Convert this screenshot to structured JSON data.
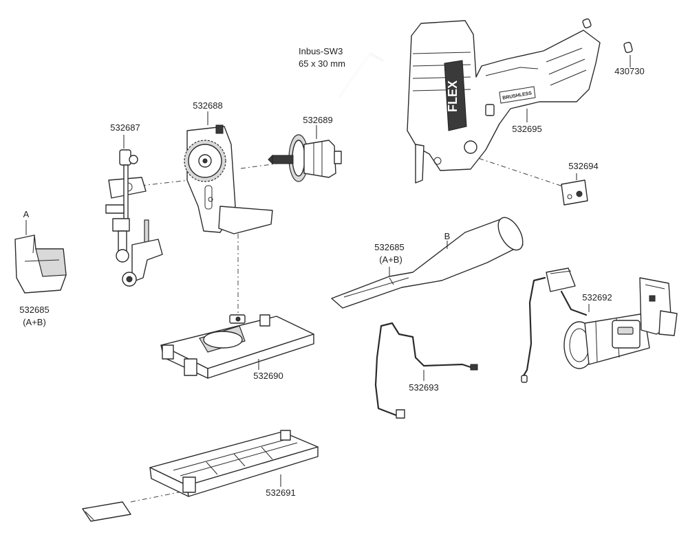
{
  "parts": {
    "p532685_a": "532685",
    "p532685_a_sub": "(A+B)",
    "label_a": "A",
    "p532687": "532687",
    "p532688": "532688",
    "p532689": "532689",
    "p532685_b": "532685",
    "p532685_b_sub": "(A+B)",
    "label_b": "B",
    "p532690": "532690",
    "p532691": "532691",
    "p532692": "532692",
    "p532693": "532693",
    "p532694": "532694",
    "p532695": "532695",
    "p430730": "430730",
    "inbus_line1": "Inbus-SW3",
    "inbus_line2": "65 x 30 mm"
  },
  "tool_branding": {
    "logo": "FLEX",
    "badge": "BRUSHLESS"
  }
}
